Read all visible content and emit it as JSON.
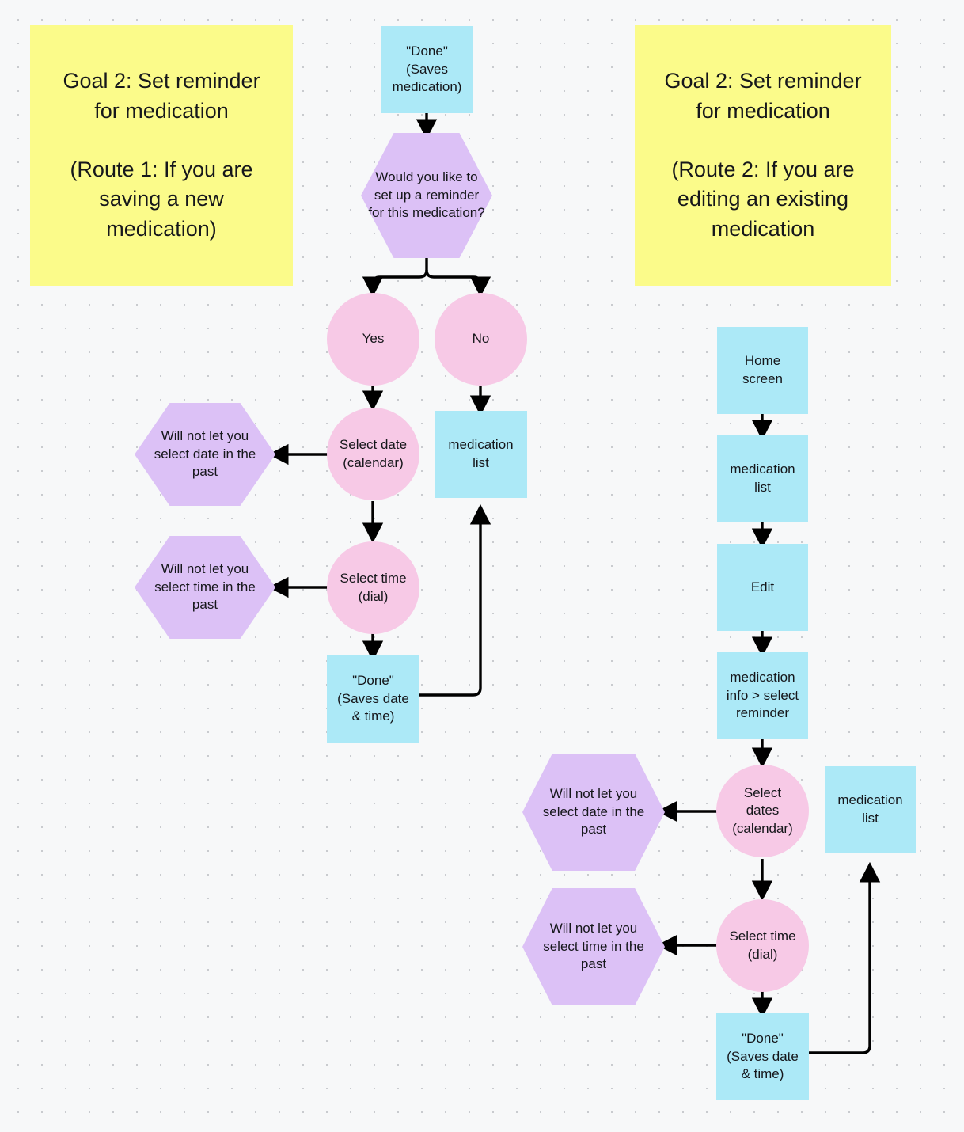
{
  "diagram": {
    "title": "Goal 2: Set reminder for medication flowchart",
    "background_color": "#f7f8f9",
    "colors": {
      "note": "#fbfb8a",
      "process": "#ace9f7",
      "decision_circle": "#f7c9e6",
      "constraint_hexagon": "#dcc1f6",
      "edge": "#000000",
      "text": "#15161a"
    }
  },
  "notes": {
    "route1": "Goal 2: Set reminder\nfor medication\n\n(Route 1: If you are\nsaving a new\nmedication)",
    "route2": "Goal 2: Set reminder\nfor medication\n\n(Route 2: If you are\nediting an existing\nmedication"
  },
  "route1": {
    "done_save_medication": "\"Done\"\n(Saves\nmedication)",
    "decision_reminder": "Would you like to\nset up a reminder\nfor this medication?",
    "branch_yes": "Yes",
    "branch_no": "No",
    "select_date": "Select date\n(calendar)",
    "select_time": "Select time\n(dial)",
    "medication_list": "medication\nlist",
    "done_save_date_time": "\"Done\"\n(Saves date\n& time)",
    "constraint_date": "Will not let you\nselect date in the\npast",
    "constraint_time": "Will not let you\nselect time in the\npast"
  },
  "route2": {
    "home_screen": "Home\nscreen",
    "medication_list_top": "medication\nlist",
    "edit": "Edit",
    "medication_info": "medication\ninfo > select\nreminder",
    "select_dates": "Select\ndates\n(calendar)",
    "select_time": "Select time\n(dial)",
    "done_save_date_time": "\"Done\"\n(Saves date\n& time)",
    "medication_list_end": "medication\nlist",
    "constraint_date": "Will not let you\nselect date in the\npast",
    "constraint_time": "Will not let you\nselect time in the\npast"
  }
}
